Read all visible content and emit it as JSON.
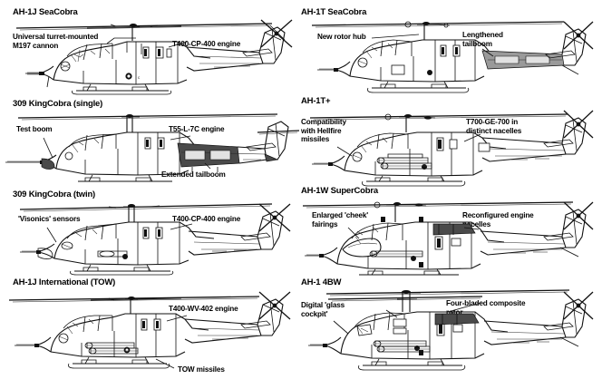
{
  "figure": {
    "kind": "technical-line-drawing-plate",
    "subject": "Bell AH-1 Cobra variant side-view profiles",
    "columns": 2,
    "rows": 4,
    "background_color": "#ffffff",
    "line_color": "#111111"
  },
  "panels": [
    {
      "id": "ah-1j-seacobra",
      "title": "AH-1J SeaCobra",
      "column": "left",
      "row": 1,
      "callouts": [
        {
          "id": "m197-cannon",
          "text": "Universal turret-mounted\nM197 cannon",
          "side": "left"
        },
        {
          "id": "t400-cp-400-engine",
          "text": "T400-CP-400 engine",
          "side": "right"
        }
      ]
    },
    {
      "id": "309-kingcobra-single",
      "title": "309 KingCobra (single)",
      "column": "left",
      "row": 2,
      "callouts": [
        {
          "id": "test-boom",
          "text": "Test boom",
          "side": "left"
        },
        {
          "id": "t55-l-7c-engine",
          "text": "T55-L-7C engine",
          "side": "right"
        },
        {
          "id": "extended-tailboom",
          "text": "Extended tailboom",
          "side": "bottom"
        }
      ]
    },
    {
      "id": "309-kingcobra-twin",
      "title": "309 KingCobra (twin)",
      "column": "left",
      "row": 3,
      "callouts": [
        {
          "id": "visonics-sensors",
          "text": "'Visonics' sensors",
          "side": "left"
        },
        {
          "id": "t400-cp-400-engine-twin",
          "text": "T400-CP-400 engine",
          "side": "right"
        }
      ]
    },
    {
      "id": "ah-1j-international-tow",
      "title": "AH-1J International (TOW)",
      "column": "left",
      "row": 4,
      "callouts": [
        {
          "id": "t400-wv-402-engine",
          "text": "T400-WV-402 engine",
          "side": "right"
        },
        {
          "id": "tow-missiles",
          "text": "TOW missiles",
          "side": "bottom"
        }
      ]
    },
    {
      "id": "ah-1t-seacobra",
      "title": "AH-1T SeaCobra",
      "column": "right",
      "row": 1,
      "callouts": [
        {
          "id": "new-rotor-hub",
          "text": "New rotor hub",
          "side": "left"
        },
        {
          "id": "lengthened-tailboom",
          "text": "Lengthened\ntailboom",
          "side": "right"
        }
      ]
    },
    {
      "id": "ah-1t-plus",
      "title": "AH-1T+",
      "column": "right",
      "row": 2,
      "callouts": [
        {
          "id": "hellfire-compatibility",
          "text": "Compatibility\nwith Hellfire\nmissiles",
          "side": "left"
        },
        {
          "id": "t700-ge-700-nacelles",
          "text": "T700-GE-700 in\ndistinct nacelles",
          "side": "right"
        }
      ]
    },
    {
      "id": "ah-1w-supercobra",
      "title": "AH-1W SuperCobra",
      "column": "right",
      "row": 3,
      "callouts": [
        {
          "id": "enlarged-cheek-fairings",
          "text": "Enlarged 'cheek'\nfairings",
          "side": "left"
        },
        {
          "id": "reconfigured-engine-nacelles",
          "text": "Reconfigured engine\nnacelles",
          "side": "right"
        }
      ]
    },
    {
      "id": "ah-1-4bw",
      "title": "AH-1 4BW",
      "column": "right",
      "row": 4,
      "callouts": [
        {
          "id": "digital-glass-cockpit",
          "text": "Digital 'glass\ncockpit'",
          "side": "left"
        },
        {
          "id": "four-bladed-composite-rotor",
          "text": "Four-bladed composite\nrotor",
          "side": "right"
        }
      ]
    }
  ]
}
